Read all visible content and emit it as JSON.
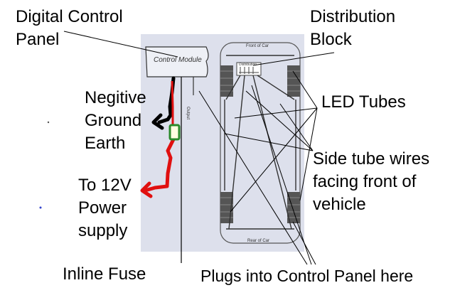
{
  "labels": {
    "digital_control_panel": [
      "Digital Control",
      "Panel"
    ],
    "distribution_block": [
      "Distribution",
      "Block"
    ],
    "negative_ground": [
      "Negitive",
      "Ground",
      "Earth"
    ],
    "led_tubes": "LED Tubes",
    "side_tube_wires": [
      "Side tube wires",
      "facing front of",
      "vehicle"
    ],
    "power_supply": [
      "To 12V",
      "Power",
      "supply"
    ],
    "inline_fuse": "Inline Fuse",
    "plugs_into": "Plugs into Control Panel here"
  },
  "sheet": {
    "control_module": "Control Module",
    "front_of_car": "Front of Car",
    "rear_of_car": "Rear of Car",
    "distribution": "Distribution",
    "output": "Output"
  },
  "colors": {
    "sheet_bg": "#dde0ec",
    "wire_red": "#e01010",
    "wire_black": "#000000",
    "fuse_green": "#2a8a2a"
  }
}
